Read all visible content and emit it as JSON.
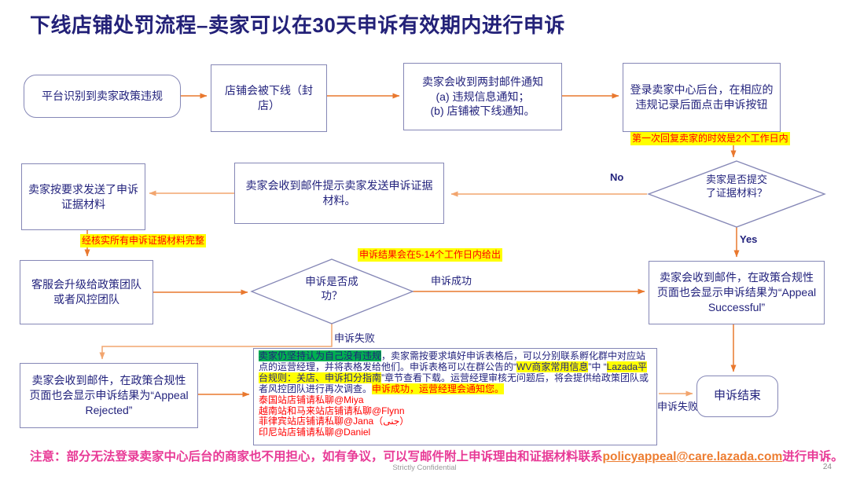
{
  "title": "下线店铺处罚流程–卖家可以在30天申诉有效期内进行申诉",
  "colors": {
    "title_navy": "#232178",
    "node_border": "#8587b6",
    "arrow_orange": "#e9782e",
    "arrow_light": "#f2a56e",
    "highlight_yellow": "#ffff00",
    "highlight_green": "#00b050",
    "alert_red": "#ff0000",
    "notice_pink": "#e83a96"
  },
  "nodes": {
    "identify": "平台识别到卖家政策违规",
    "offline": "店铺会被下线（封店）",
    "emails_l1": "卖家会收到两封邮件通知",
    "emails_l2": "(a) 违规信息通知；",
    "emails_l3": "(b) 店铺被下线通知。",
    "login": "登录卖家中心后台，在相应的违规记录后面点击申诉按钮",
    "decision_evidence": "卖家是否提交了证据材料？",
    "sent_evidence": "卖家按要求发送了申诉证据材料",
    "email_prompt": "卖家会收到邮件提示卖家发送申诉证据材料。",
    "escalate": "客服会升级给政策团队或者风控团队",
    "decision_appeal": "申诉是否成功？",
    "appeal_success": "卖家会收到邮件，在政策合规性页面也会显示申诉结果为“Appeal Successful”",
    "appeal_rejected": "卖家会收到邮件，在政策合规性页面也会显示申诉结果为“Appeal Rejected”",
    "appeal_end": "申诉结束"
  },
  "edge_labels": {
    "no": "No",
    "yes": "Yes",
    "success": "申诉成功",
    "fail_bottom": "申诉失败",
    "fail_right": "申诉失败"
  },
  "highlights": {
    "first_reply": "第一次回复卖家的时效是2个工作日内",
    "verified": "经核实所有申诉证据材料完整",
    "result_time": "申诉结果会在5-14个工作日内给出"
  },
  "info_box": {
    "claim": "卖家仍坚持认为自己没有违规",
    "body1": "，卖家需按要求填好申诉表格后，可以分别联系孵化群中对应站点的运营经理，并将表格发给他们。申诉表格可以在群公告的“",
    "hl_wv": "WV商家常用信息",
    "body2": "”中 “",
    "hl_lazada": "Lazada平台规则：关店、申诉扣分指南",
    "body3": "”章节查看下载。运营经理审核无问题后，将会提供给政策团队或者风控团队进行再次调查。",
    "hl_success": "申诉成功，运营经理会通知您。",
    "contacts": [
      "泰国站店铺请私聊@Miya",
      "越南站和马来站店铺请私聊@Flynn",
      "菲律宾站店铺请私聊@Jana（جنى）",
      "印尼站店铺请私聊@Daniel"
    ]
  },
  "notice": {
    "prefix": "注意：部分无法登录卖家中心后台的商家也不用担心，如有争议，可以写邮件附上申诉理由和证据材料联系",
    "email": "policyappeal@care.lazada.com",
    "suffix": "进行申诉。"
  },
  "footer": {
    "confidential": "Strictly Confidential",
    "page_number": "24"
  }
}
